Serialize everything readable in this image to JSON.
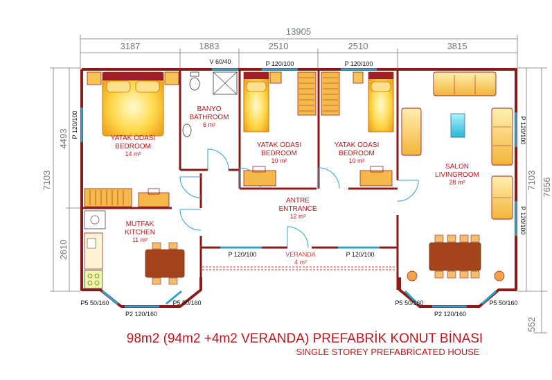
{
  "dimensions": {
    "total_width": "13905",
    "segments": [
      "3187",
      "1883",
      "2510",
      "2510",
      "3815"
    ],
    "left_upper": "4493",
    "left_total": "7103",
    "left_lower": "2610",
    "right_inner": "7103",
    "right_total": "7656",
    "bottom_right": "552"
  },
  "openings": {
    "bath_window": "V 60/40",
    "bed2_window": "P 120/100",
    "bed3_window": "P 120/100",
    "master_left_window": "P 120/100",
    "living_right_upper": "P 120/100",
    "living_right_lower": "P 120/100",
    "veranda_left_window": "P 120/100",
    "veranda_right_window": "P 120/100",
    "kitchen_bay_left": "P5 50/160",
    "kitchen_bay_center": "P2 120/160",
    "kitchen_bay_right": "P5 50/160",
    "living_bay_left": "P5 50/160",
    "living_bay_center": "P2 120/160",
    "living_bay_right": "P5 50/160"
  },
  "rooms": {
    "master": {
      "line1": "YATAK ODASI",
      "line2": "BEDROOM",
      "area": "14 m²"
    },
    "bath": {
      "line1": "BANYO",
      "line2": "BATHROOM",
      "area": "6 m²"
    },
    "bed2": {
      "line1": "YATAK ODASI",
      "line2": "BEDROOM",
      "area": "10 m²"
    },
    "bed3": {
      "line1": "YATAK ODASI",
      "line2": "BEDROOM",
      "area": "10 m²"
    },
    "living": {
      "line1": "SALON",
      "line2": "LIVINGROOM",
      "area": "28 m²"
    },
    "entrance": {
      "line1": "ANTRE",
      "line2": "ENTRANCE",
      "area": "12 m²"
    },
    "kitchen": {
      "line1": "MUTFAK",
      "line2": "KITCHEN",
      "area": "11 m²"
    },
    "veranda": {
      "line1": "VERANDA",
      "area": "4 m²"
    }
  },
  "title": {
    "main": "98m2 (94m2 +4m2  VERANDA) PREFABRİK KONUT BİNASI",
    "sub": "SINGLE STOREY PREFABRİCATED HOUSE"
  },
  "colors": {
    "wall": "#8b1a1a",
    "label": "#c2141b",
    "dimension": "#6f7a72",
    "window": "#2ea3c9",
    "furniture": "#e89a20"
  }
}
